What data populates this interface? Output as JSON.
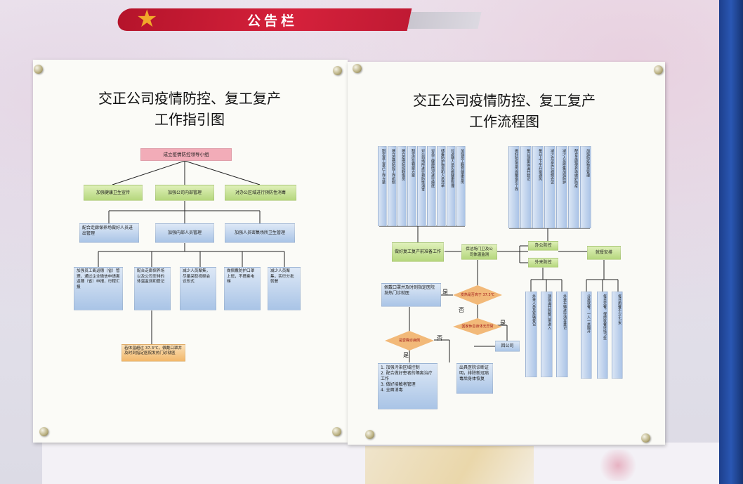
{
  "banner": {
    "title": "公告栏"
  },
  "left_poster": {
    "title_line1": "交正公司疫情防控、复工复产",
    "title_line2": "工作指引图",
    "root": "成立疫情防控领导小组",
    "level1": [
      "加强健康卫生宣传",
      "加强公司内部管理",
      "对办公区域进行预防性消毒"
    ],
    "level2": [
      "配合走廊保养场做好人员进出管理",
      "加强内部人员管理",
      "加强人员密集场所卫生管理"
    ],
    "level3": [
      "加强员工离返穗（省）管理，通过企业微信申请离返穗（省）申报，行程汇报",
      "配合走廊保养场以及公司安排的体温监测和登记",
      "减少人员聚集，尽量采取视频会议形式",
      "做佩戴防护口罩上班，不搭乘电梯",
      "减少人员聚集，实行分批就餐"
    ],
    "note": "若体温超过 37.3℃，佩戴口罩并及时到指定医院发热门诊就医"
  },
  "right_poster": {
    "title_line1": "交正公司疫情防控、复工复产",
    "title_line2": "工作流程图",
    "top_left_cols": [
      "制定复工复产工作方案",
      "建立疫情防控工作机制",
      "建立疫情防控联络员",
      "制定应急预案方案",
      "对公司场所进行预防性消毒",
      "对员工健康情况进行摸底",
      "储备防护物资和人员清单",
      "对返穗人员实施健康管理",
      "加强员工教育健康宣传"
    ],
    "top_right_cols": [
      "做好防疫宣传提醒指引工作",
      "每日测量体温并登记",
      "每日上下午开窗通风",
      "减少会议实行视频会议",
      "减少人员密集加强防护",
      "配合走廊保养场做好防疫",
      "加强防疫物资管理"
    ],
    "prep": "做好复工复产前准备工作",
    "gate": "保洁场门卫及公司体温监测",
    "office": "办公防控",
    "outside": "外来防控",
    "dining": "就餐安排",
    "fever_box": "佩戴口罩并及时到指定医院发热门诊就医",
    "diamond1": "发热是否高于 37.3℃",
    "diamond2": "回家休息身体无异常",
    "diamond3": "是否确诊病例",
    "yes": "是",
    "no": "否",
    "return_company": "回公司",
    "treatment": [
      "1. 加强污染区域控制",
      "2. 配合做好患者的隔离治疗工作",
      "3. 做好接触者管理",
      "4. 全面消毒"
    ],
    "certificate": "出具医院诊断证明，排除新冠病毒后身体恢复",
    "outside_cols": [
      "外来人员及车辆登记",
      "测体温并佩戴口罩进入",
      "外来车辆进行消毒登记"
    ],
    "dining_cols": [
      "分批就餐，一人一桌隔开",
      "每日定餐，保持就餐环境卫生",
      "每日用餐不少于1米"
    ]
  }
}
